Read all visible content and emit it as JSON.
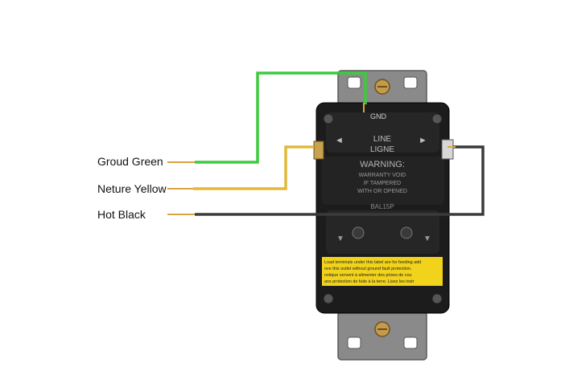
{
  "labels": {
    "ground": "Groud Green",
    "neutral": "Neture Yellow",
    "hot": "Hot Black"
  },
  "device": {
    "gnd": "GND",
    "line_en": "LINE",
    "line_fr": "LIGNE",
    "warning_title": "WARNING:",
    "warning_line1": "WARRANTY VOID",
    "warning_line2": "IF TAMPERED",
    "warning_line3": "WITH OR OPENED",
    "model": "BAL15P",
    "sticker_line1": "Load terminals under this label are for feeding add",
    "sticker_line2": "ove this outlet without ground fault protection.",
    "sticker_line3": "nstique servent à alimenter des prises de cou",
    "sticker_line4": "ans protection de fuite à la terre. Lisez les instr"
  },
  "colors": {
    "ground_wire": "#3ec93e",
    "neutral_wire": "#e2b93a",
    "hot_wire": "#3a3a3a",
    "line_wire": "#555555",
    "copper": "#d9a441",
    "device_body": "#1c1c1c",
    "sticker": "#f2d31b",
    "strap": "#8a8a8a"
  }
}
